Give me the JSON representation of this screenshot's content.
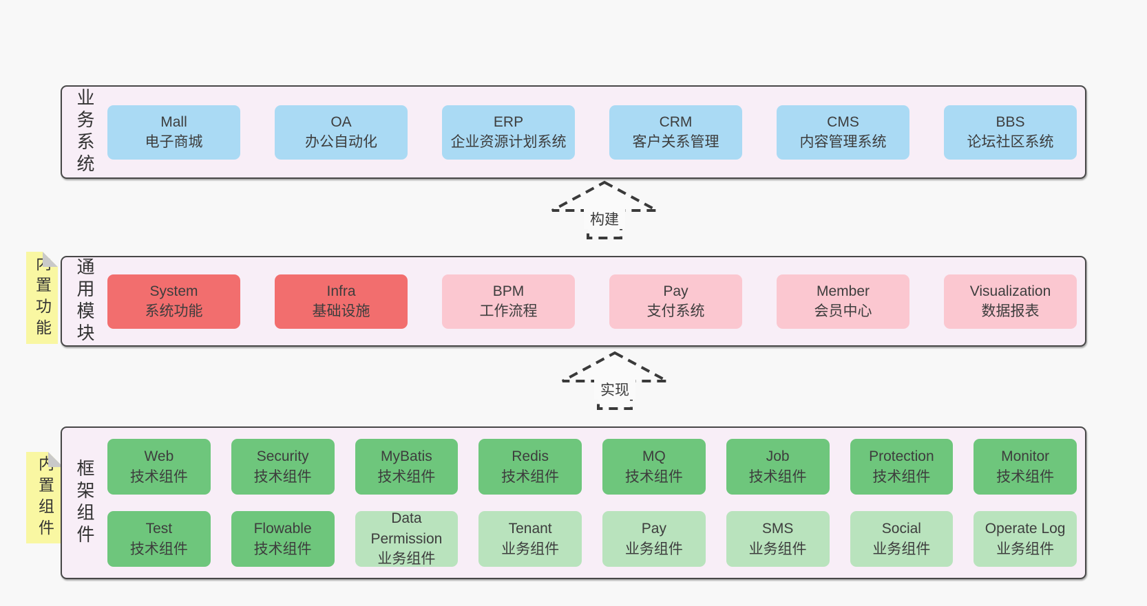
{
  "palette": {
    "page_bg": "#f8f8f8",
    "band": "#f8eef7",
    "tag": "#f9f7a2",
    "fold": "#c9c9c9",
    "border": "#474747",
    "text": "#3d3d3d",
    "blue": "#aadaf4",
    "red": "#f26e6e",
    "pink": "#fbc7d0",
    "green": "#6ec67c",
    "lightgreen": "#b9e3bd",
    "arrow_stroke": "#3a3a3a",
    "arrow_fill": "#fafafa"
  },
  "arrows": [
    {
      "label": "构建"
    },
    {
      "label": "实现"
    }
  ],
  "bands": [
    {
      "label": "业务系统",
      "rows": [
        [
          {
            "name": "Mall",
            "subtitle": "电子商城",
            "variant": "blue"
          },
          {
            "name": "OA",
            "subtitle": "办公自动化",
            "variant": "blue"
          },
          {
            "name": "ERP",
            "subtitle": "企业资源计划系统",
            "variant": "blue"
          },
          {
            "name": "CRM",
            "subtitle": "客户关系管理",
            "variant": "blue"
          },
          {
            "name": "CMS",
            "subtitle": "内容管理系统",
            "variant": "blue"
          },
          {
            "name": "BBS",
            "subtitle": "论坛社区系统",
            "variant": "blue"
          }
        ]
      ]
    },
    {
      "label": "通用模块",
      "tag": "内置功能",
      "rows": [
        [
          {
            "name": "System",
            "subtitle": "系统功能",
            "variant": "red"
          },
          {
            "name": "Infra",
            "subtitle": "基础设施",
            "variant": "red"
          },
          {
            "name": "BPM",
            "subtitle": "工作流程",
            "variant": "pink"
          },
          {
            "name": "Pay",
            "subtitle": "支付系统",
            "variant": "pink"
          },
          {
            "name": "Member",
            "subtitle": "会员中心",
            "variant": "pink"
          },
          {
            "name": "Visualization",
            "subtitle": "数据报表",
            "variant": "pink"
          }
        ]
      ]
    },
    {
      "label": "框架组件",
      "tag": "内置组件",
      "rows": [
        [
          {
            "name": "Web",
            "subtitle": "技术组件",
            "variant": "green"
          },
          {
            "name": "Security",
            "subtitle": "技术组件",
            "variant": "green"
          },
          {
            "name": "MyBatis",
            "subtitle": "技术组件",
            "variant": "green"
          },
          {
            "name": "Redis",
            "subtitle": "技术组件",
            "variant": "green"
          },
          {
            "name": "MQ",
            "subtitle": "技术组件",
            "variant": "green"
          },
          {
            "name": "Job",
            "subtitle": "技术组件",
            "variant": "green"
          },
          {
            "name": "Protection",
            "subtitle": "技术组件",
            "variant": "green"
          },
          {
            "name": "Monitor",
            "subtitle": "技术组件",
            "variant": "green"
          }
        ],
        [
          {
            "name": "Test",
            "subtitle": "技术组件",
            "variant": "green"
          },
          {
            "name": "Flowable",
            "subtitle": "技术组件",
            "variant": "green"
          },
          {
            "name": "Data Permission",
            "subtitle": "业务组件",
            "variant": "lightgreen"
          },
          {
            "name": "Tenant",
            "subtitle": "业务组件",
            "variant": "lightgreen"
          },
          {
            "name": "Pay",
            "subtitle": "业务组件",
            "variant": "lightgreen"
          },
          {
            "name": "SMS",
            "subtitle": "业务组件",
            "variant": "lightgreen"
          },
          {
            "name": "Social",
            "subtitle": "业务组件",
            "variant": "lightgreen"
          },
          {
            "name": "Operate Log",
            "subtitle": "业务组件",
            "variant": "lightgreen"
          }
        ]
      ]
    }
  ]
}
